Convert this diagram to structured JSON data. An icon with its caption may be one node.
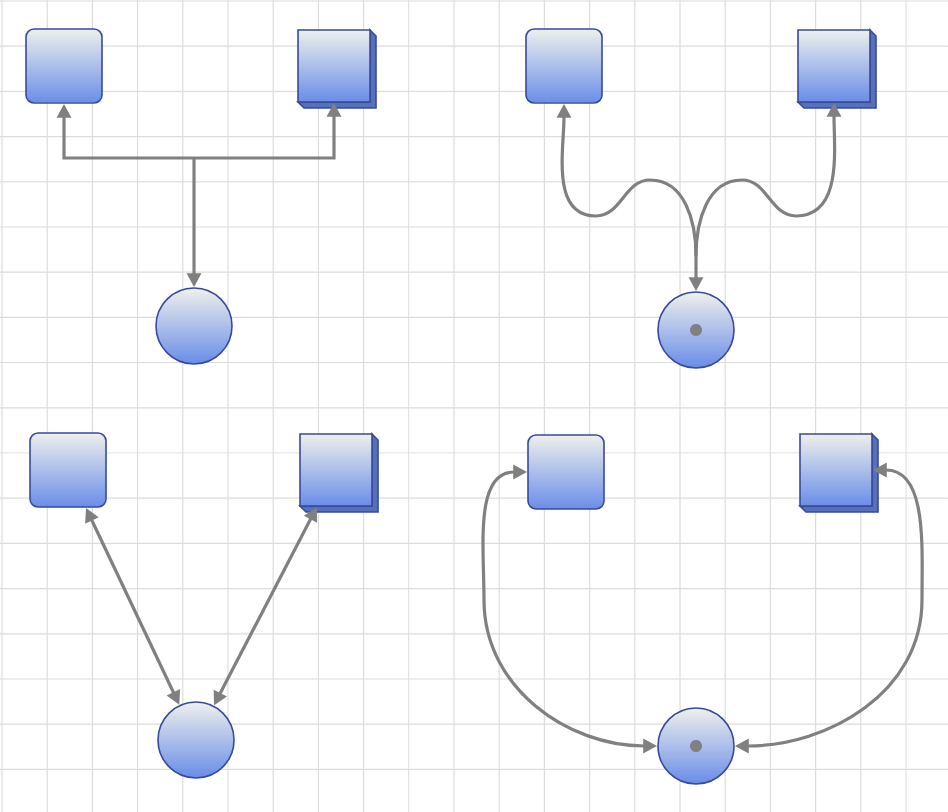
{
  "diagram": {
    "nodes": [
      {
        "text": [],
        "shape": "box"
      },
      {
        "text": [],
        "shape": "cube"
      },
      {
        "text": [],
        "shape": "circle"
      },
      {
        "text": [],
        "shape": "box"
      },
      {
        "text": [],
        "shape": "cube"
      },
      {
        "text": [],
        "shape": "circle"
      },
      {
        "text": [],
        "shape": "box"
      },
      {
        "text": [],
        "shape": "cube"
      },
      {
        "text": [],
        "shape": "circle"
      },
      {
        "text": [],
        "shape": "box"
      },
      {
        "text": [],
        "shape": "cube"
      },
      {
        "text": [],
        "shape": "circle"
      }
    ],
    "edges": [
      {
        "from": 2,
        "to": 0,
        "arrow": "both"
      },
      {
        "from": 2,
        "to": 1,
        "arrow": "both"
      },
      {
        "from": 5,
        "to": 3,
        "arrow": "both"
      },
      {
        "from": 5,
        "to": 4,
        "arrow": "both"
      },
      {
        "from": 8,
        "to": 6,
        "arrow": "both"
      },
      {
        "from": 8,
        "to": 7,
        "arrow": "both"
      },
      {
        "from": 11,
        "to": 9,
        "arrow": "both"
      },
      {
        "from": 11,
        "to": 10,
        "arrow": "both"
      }
    ]
  }
}
